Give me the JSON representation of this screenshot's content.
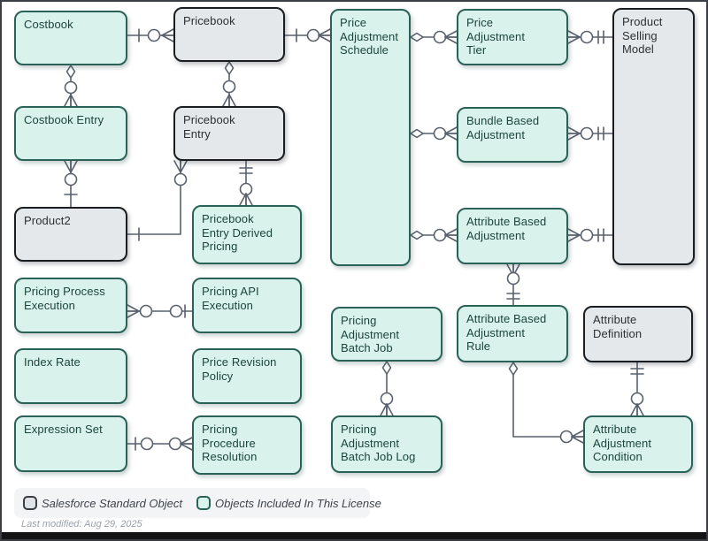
{
  "diagram": {
    "entities": [
      {
        "id": "costbook",
        "label": "Costbook",
        "type": "licensed"
      },
      {
        "id": "pricebook",
        "label": "Pricebook",
        "type": "standard"
      },
      {
        "id": "price-adjustment-schedule",
        "label": "Price Adjustment Schedule",
        "type": "licensed"
      },
      {
        "id": "price-adjustment-tier",
        "label": "Price Adjustment Tier",
        "type": "licensed"
      },
      {
        "id": "product-selling-model",
        "label": "Product Selling Model",
        "type": "standard"
      },
      {
        "id": "costbook-entry",
        "label": "Costbook Entry",
        "type": "licensed"
      },
      {
        "id": "pricebook-entry",
        "label": "Pricebook Entry",
        "type": "standard"
      },
      {
        "id": "bundle-based-adjustment",
        "label": "Bundle Based Adjustment",
        "type": "licensed"
      },
      {
        "id": "product2",
        "label": "Product2",
        "type": "standard"
      },
      {
        "id": "pricebook-entry-derived-pricing",
        "label": "Pricebook Entry Derived Pricing",
        "type": "licensed"
      },
      {
        "id": "attribute-based-adjustment",
        "label": "Attribute Based Adjustment",
        "type": "licensed"
      },
      {
        "id": "pricing-process-execution",
        "label": "Pricing Process Execution",
        "type": "licensed"
      },
      {
        "id": "pricing-api-execution",
        "label": "Pricing API Execution",
        "type": "licensed"
      },
      {
        "id": "pricing-adjustment-batch-job",
        "label": "Pricing Adjustment Batch Job",
        "type": "licensed"
      },
      {
        "id": "attribute-based-adjustment-rule",
        "label": "Attribute Based Adjustment Rule",
        "type": "licensed"
      },
      {
        "id": "attribute-definition",
        "label": "Attribute Definition",
        "type": "standard"
      },
      {
        "id": "index-rate",
        "label": "Index Rate",
        "type": "licensed"
      },
      {
        "id": "price-revision-policy",
        "label": "Price Revision Policy",
        "type": "licensed"
      },
      {
        "id": "expression-set",
        "label": "Expression Set",
        "type": "licensed"
      },
      {
        "id": "pricing-procedure-resolution",
        "label": "Pricing Procedure Resolution",
        "type": "licensed"
      },
      {
        "id": "pricing-adjustment-batch-job-log",
        "label": "Pricing Adjustment Batch Job Log",
        "type": "licensed"
      },
      {
        "id": "attribute-adjustment-condition",
        "label": "Attribute Adjustment Condition",
        "type": "licensed"
      }
    ],
    "legend": {
      "standard_label": "Salesforce Standard Object",
      "licensed_label": "Objects Included In This License"
    },
    "footer": {
      "last_modified": "Last modified: Aug 29, 2025"
    },
    "colors": {
      "licensed_fill": "#d9f2ec",
      "licensed_border": "#2b6257",
      "standard_fill": "#e4e8eb",
      "standard_border": "#1a1d21",
      "connector": "#59616e"
    }
  }
}
